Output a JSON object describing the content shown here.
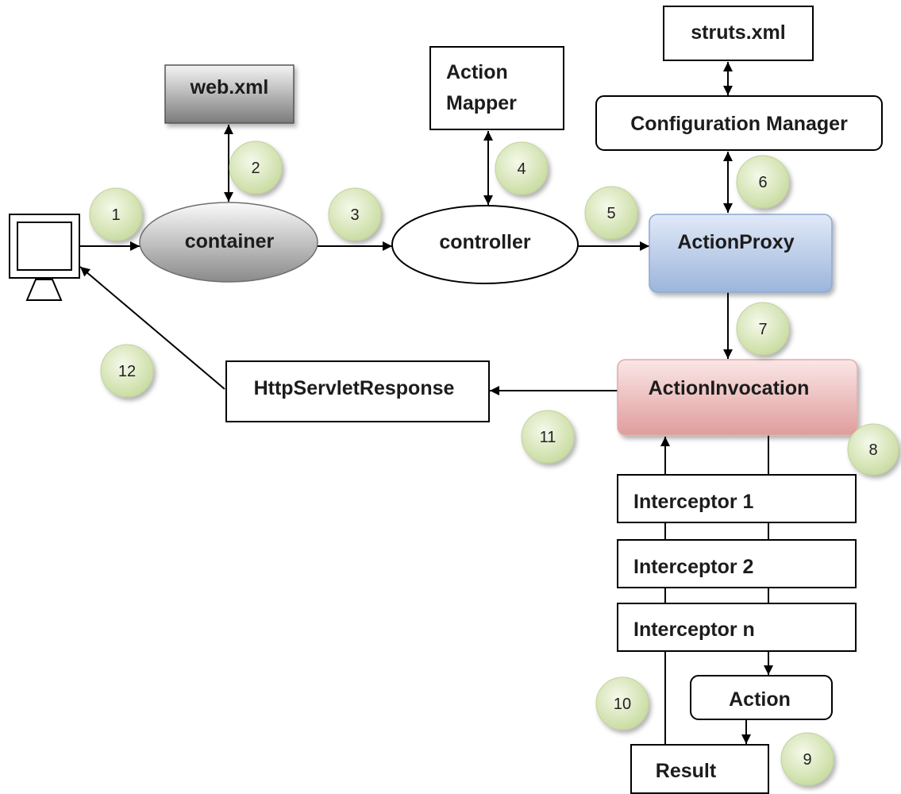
{
  "client_icon": "computer-monitor-icon",
  "nodes": {
    "web_xml": "web.xml",
    "container": "container",
    "controller": "controller",
    "action_mapper": [
      "Action",
      "Mapper"
    ],
    "struts_xml": "struts.xml",
    "configuration_manager": "Configuration Manager",
    "action_proxy": "ActionProxy",
    "action_invocation": "ActionInvocation",
    "http_servlet_response": "HttpServletResponse",
    "interceptors": [
      "Interceptor 1",
      "Interceptor 2",
      "Interceptor n"
    ],
    "action": "Action",
    "result": "Result"
  },
  "steps": [
    "1",
    "2",
    "3",
    "4",
    "5",
    "6",
    "7",
    "8",
    "9",
    "10",
    "11",
    "12"
  ],
  "colors": {
    "web_xml_top": "#f4f4f4",
    "web_xml_bottom": "#7b7b7b",
    "container_top": "#fafafa",
    "container_bottom": "#8a8a8a",
    "proxy_top": "#e1e9f7",
    "proxy_bottom": "#9bb5dc",
    "invocation_top": "#fae6e6",
    "invocation_bottom": "#e09c9c",
    "step_center": "#f5f9ea",
    "step_edge": "#c6da9c"
  }
}
